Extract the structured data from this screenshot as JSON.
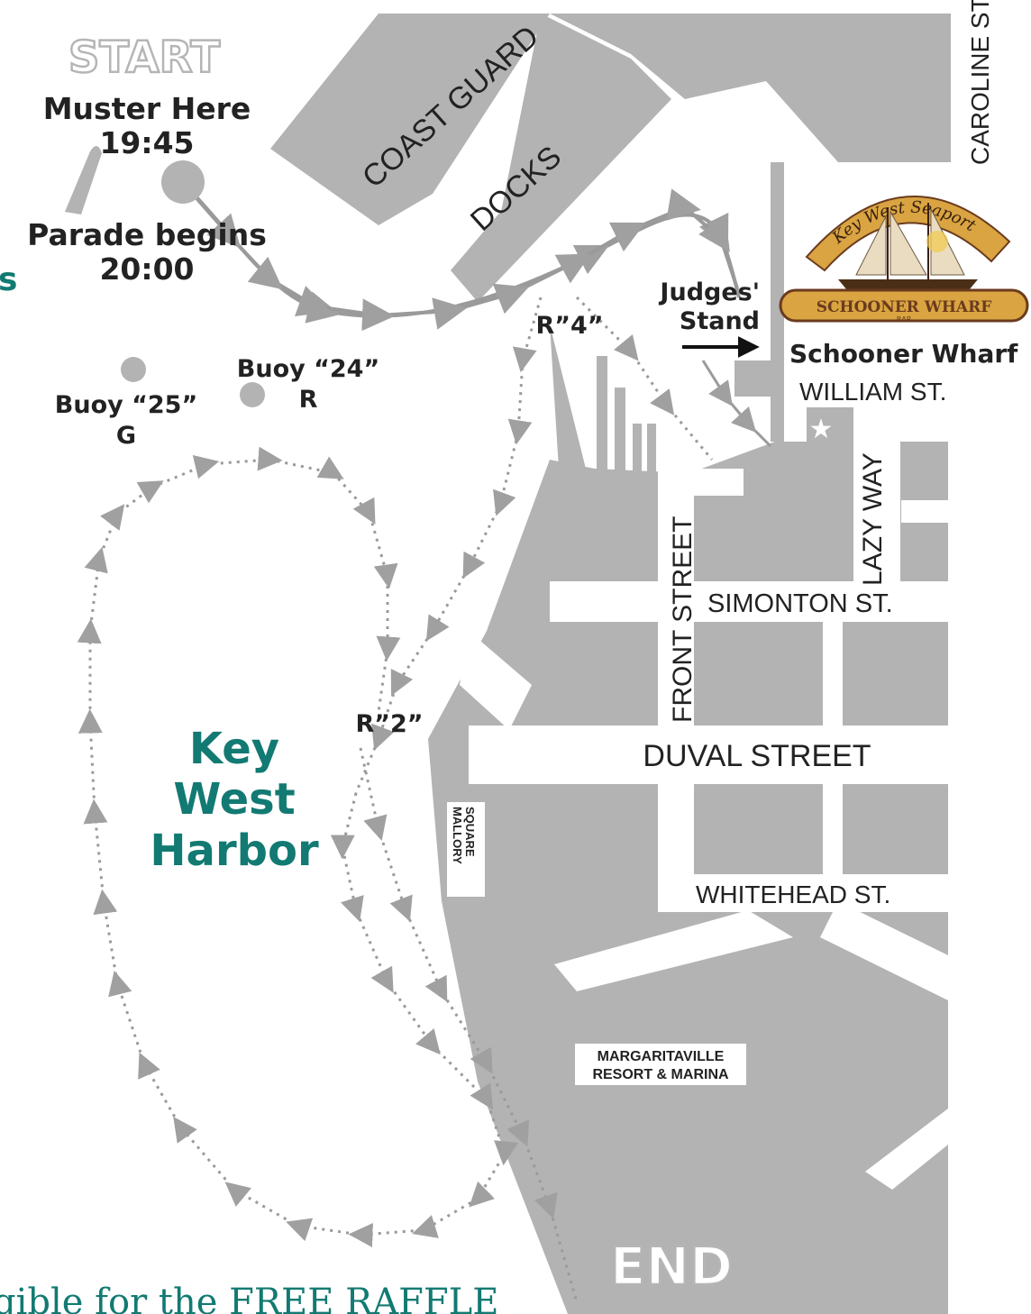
{
  "labels": {
    "start": "START",
    "muster_line1": "Muster Here",
    "muster_line2": "19:45",
    "parade_line1": "Parade begins",
    "parade_line2": "20:00",
    "coast_guard": "COAST GUARD",
    "docks": "DOCKS",
    "caroline_st": "CAROLINE ST.",
    "judges_line1": "Judges'",
    "judges_line2": "Stand",
    "schooner_wharf": "Schooner Wharf",
    "william_st": "WILLIAM ST.",
    "buoy24_line1": "Buoy “24”",
    "buoy24_line2": "R",
    "buoy25_line1": "Buoy “25”",
    "buoy25_line2": "G",
    "r4": "R”4”",
    "r2": "R”2”",
    "lazy_way": "LAZY WAY",
    "front_street": "FRONT STREET",
    "simonton_st": "SIMONTON ST.",
    "duval_street": "DUVAL STREET",
    "whitehead_st": "WHITEHEAD ST.",
    "mallory_line1": "MALLORY",
    "mallory_line2": "SQUARE",
    "harbor_line1": "Key",
    "harbor_line2": "West",
    "harbor_line3": "Harbor",
    "margaritaville_line1": "MARGARITAVILLE",
    "margaritaville_line2": "RESORT & MARINA",
    "end": "END",
    "raffle_partial": "gible for the FREE RAFFLE",
    "left_edge_partial": "s"
  },
  "logo": {
    "arc_text": "Key West Seaport",
    "banner_text": "SCHOONER WHARF",
    "banner_sub": "BAR"
  },
  "colors": {
    "land": "#b3b3b3",
    "route": "#9a9a9a",
    "harbor_text": "#127a72",
    "logo_gold": "#d9a441",
    "logo_brown": "#6b3b1e"
  },
  "icons": [
    "star-icon",
    "arrow-right-icon",
    "schooner-logo-icon"
  ]
}
